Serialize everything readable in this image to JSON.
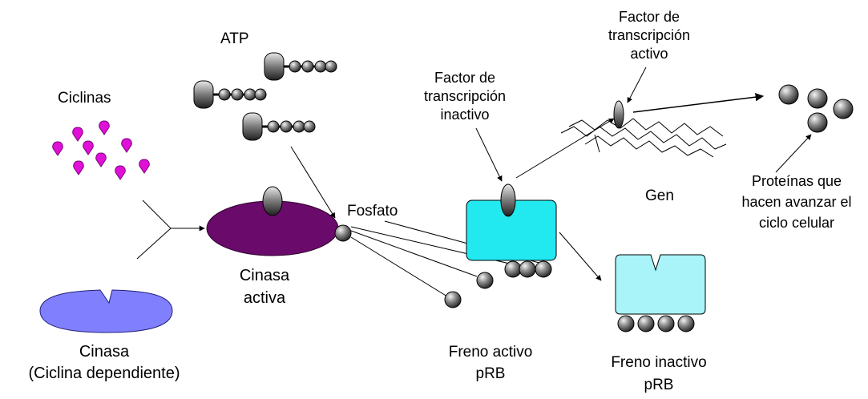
{
  "labels": {
    "atp": "ATP",
    "ciclinas": "Ciclinas",
    "cinasa_line1": "Cinasa",
    "cinasa_line2": "(Ciclina dependiente)",
    "cinasa_activa_line1": "Cinasa",
    "cinasa_activa_line2": "activa",
    "fosfato": "Fosfato",
    "factor_inactivo_line1": "Factor de",
    "factor_inactivo_line2": "transcripción",
    "factor_inactivo_line3": "inactivo",
    "factor_activo_line1": "Factor de",
    "factor_activo_line2": "transcripción",
    "factor_activo_line3": "activo",
    "gen": "Gen",
    "proteinas_line1": "Proteínas que",
    "proteinas_line2": "hacen avanzar el",
    "proteinas_line3": "ciclo celular",
    "freno_activo_line1": "Freno activo",
    "freno_activo_line2": "pRB",
    "freno_inactivo_line1": "Freno inactivo",
    "freno_inactivo_line2": "pRB"
  },
  "colors": {
    "cyclin": "#e010d8",
    "cinasa": "#8080ff",
    "cinasa_activa": "#6a0a6a",
    "prb_active": "#22e8f0",
    "prb_inactive": "#a8f4f8",
    "sphere": "#707070"
  }
}
